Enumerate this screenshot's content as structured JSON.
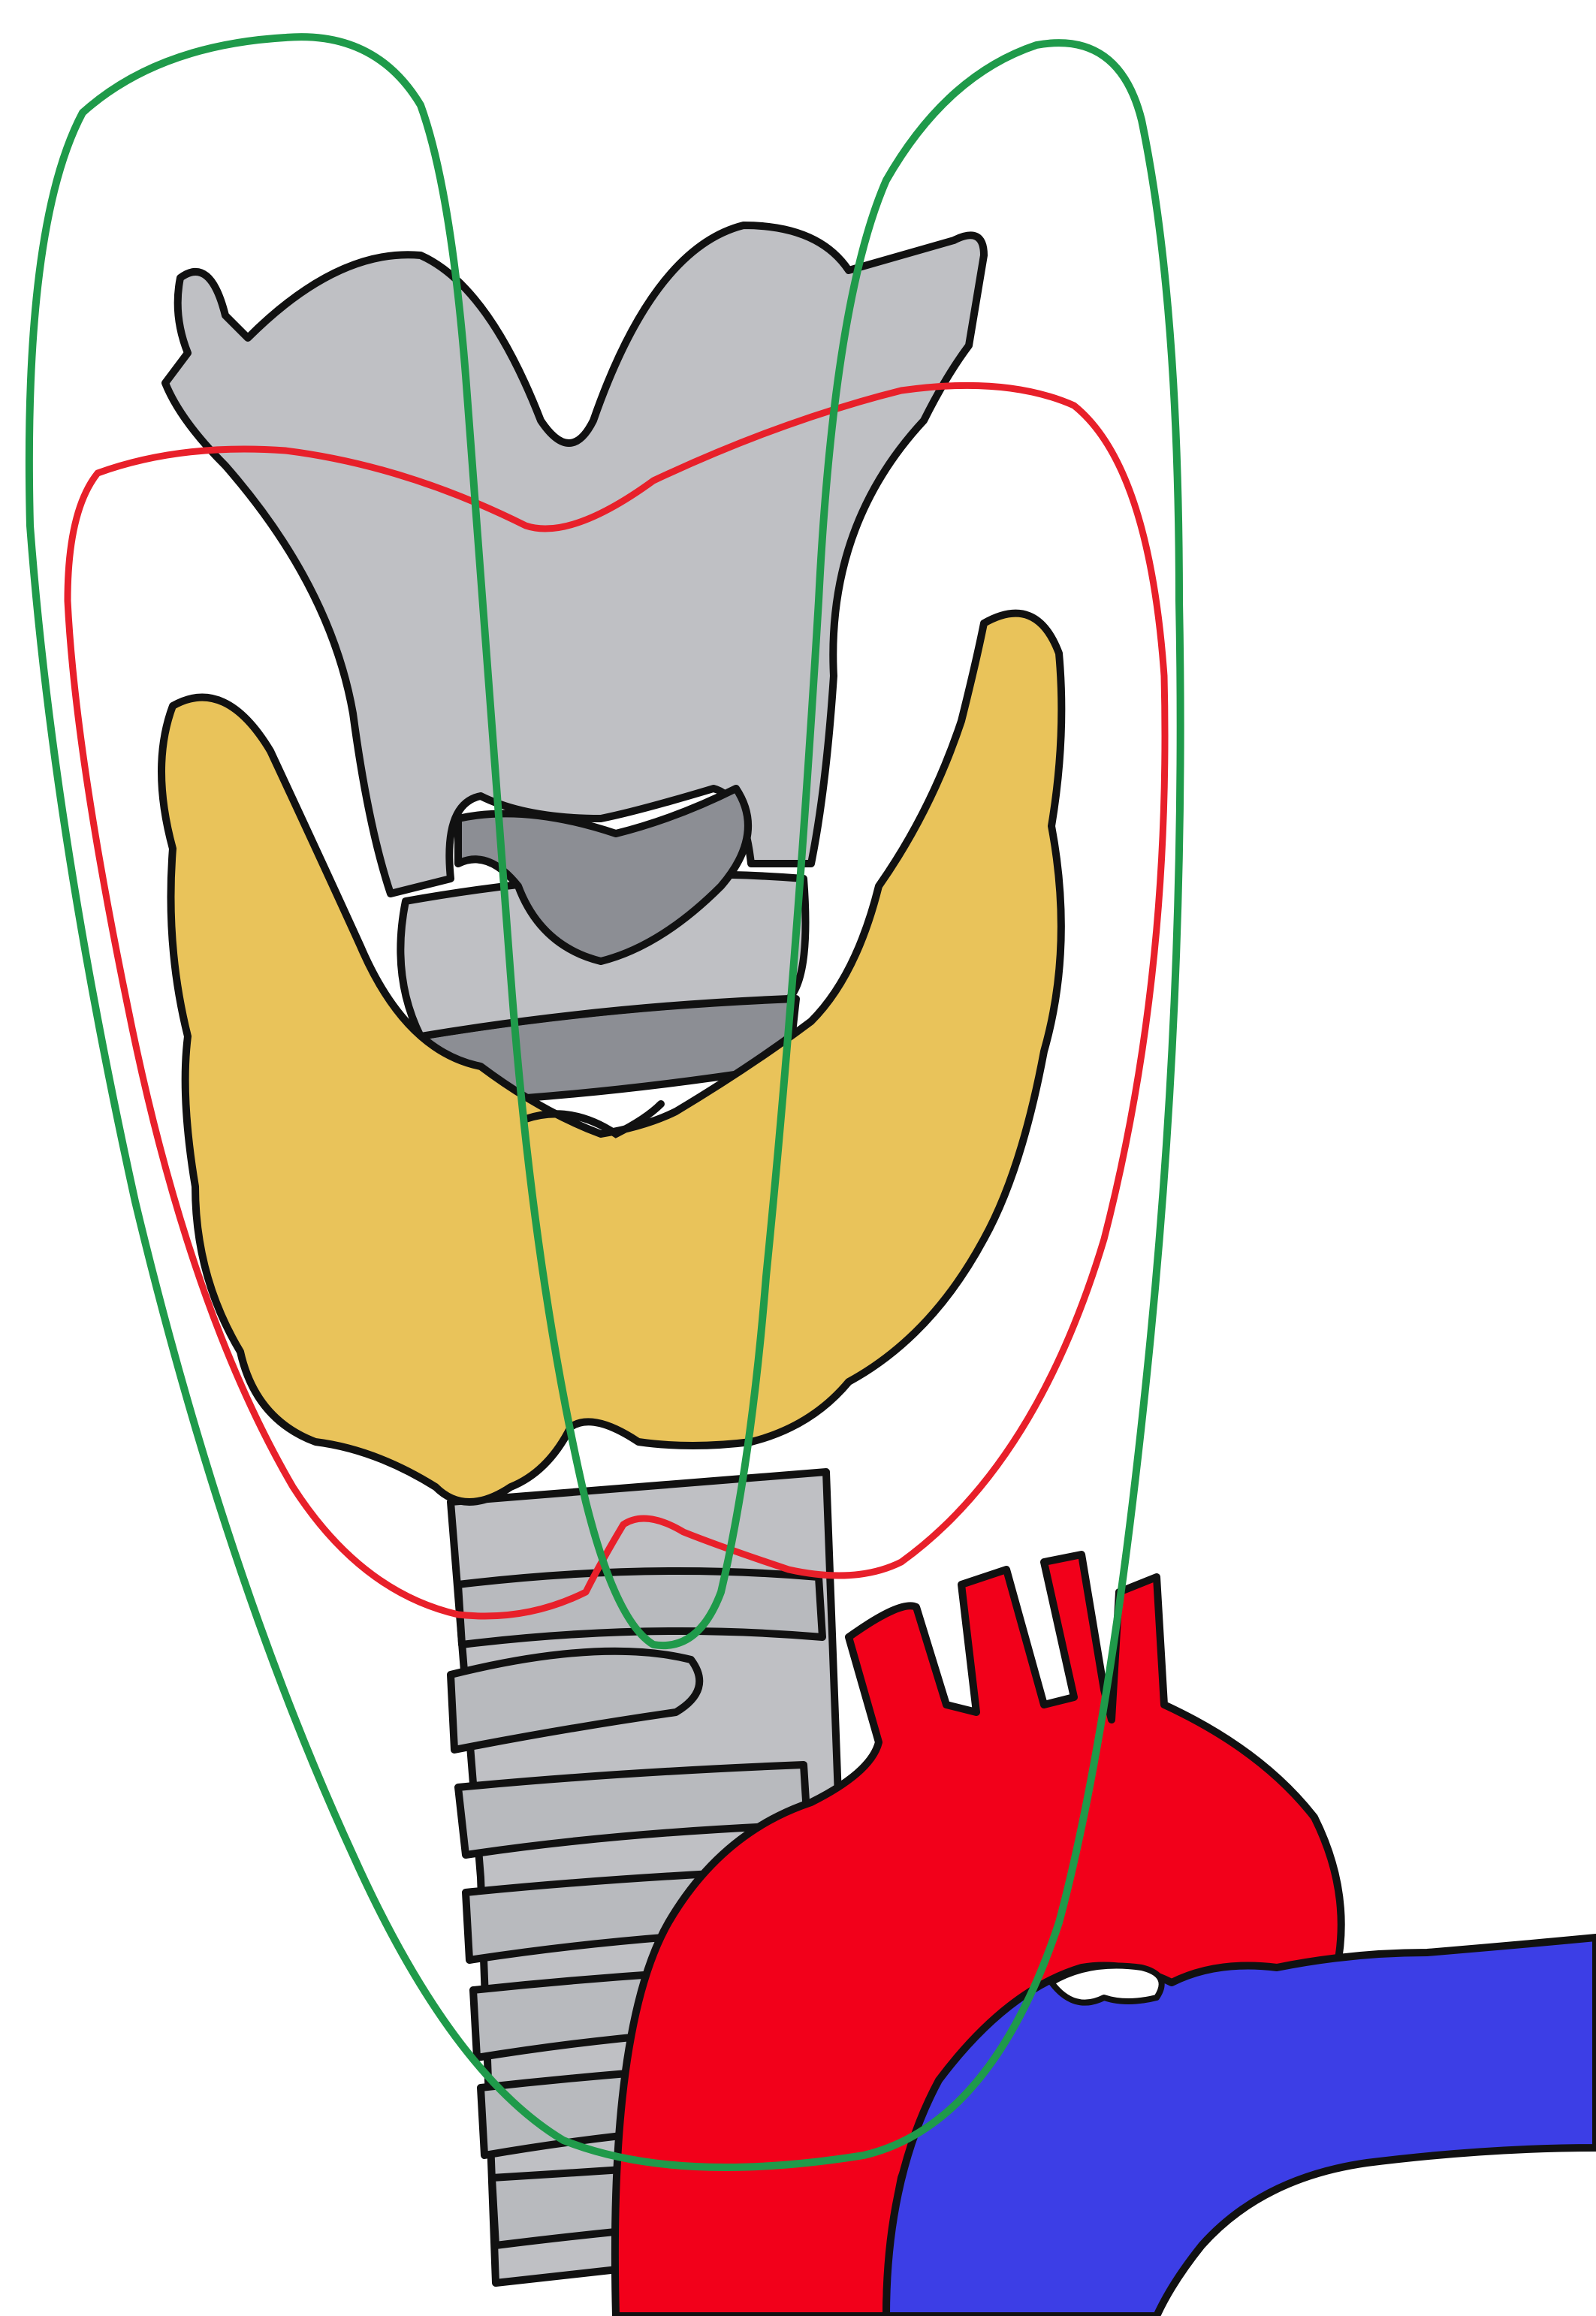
{
  "diagram": {
    "labels": [],
    "colors": {
      "background": "#ffffff",
      "outline": "#111111",
      "cartilage": "#bfc0c4",
      "cartilage_dark": "#8c8e94",
      "trachea_ring": "#b8babe",
      "thyroid": "#e9c35a",
      "aorta": "#f2001a",
      "vein": "#3c3ee6",
      "region_red": "#e8202a",
      "region_green": "#1f9a4a"
    },
    "structures": [
      "larynx-thyroid-cartilage",
      "cricoid-cartilage",
      "thyroid-gland",
      "trachea",
      "aortic-arch",
      "brachiocephalic-vein"
    ],
    "region_outlines": [
      {
        "name": "red-outline",
        "color": "#e8202a"
      },
      {
        "name": "green-outline-left",
        "color": "#1f9a4a"
      },
      {
        "name": "green-outline-right",
        "color": "#1f9a4a"
      }
    ]
  }
}
